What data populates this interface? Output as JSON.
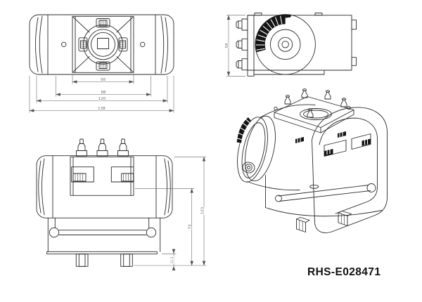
{
  "meta": {
    "background": "#ffffff",
    "line_color": "#2b2b2b",
    "dim_line_color": "#606060",
    "dim_text_color": "#6e6e6e",
    "indicator_fill": "#141414"
  },
  "title_block": {
    "part_number": "RHS-E028471"
  },
  "views": {
    "top": {
      "name": "top-view",
      "dims": [
        "56",
        "88",
        "120",
        "138"
      ]
    },
    "side": {
      "name": "side-view",
      "dims": [
        "58"
      ]
    },
    "front": {
      "name": "front-view",
      "dims": [
        "73",
        "103",
        "11.2"
      ]
    },
    "iso": {
      "name": "isometric-view"
    }
  }
}
